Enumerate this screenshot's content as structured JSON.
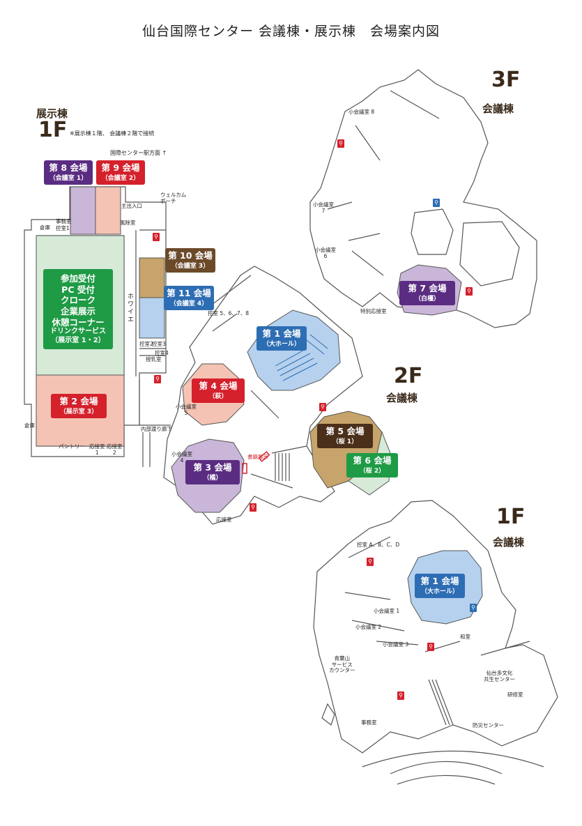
{
  "title": "仙台国際センター 会議棟・展示棟　会場案内図",
  "exhibition": {
    "label": "展示棟",
    "floor": "1F",
    "note": "※展示棟１階、 会議棟２階で接続",
    "station": "国際センター駅方面 ↑",
    "welcome_porch": "ウェルカム\nポーチ",
    "main_entrance": "主出入口",
    "windbreak": "風除室",
    "office": "事務室",
    "storage": "倉庫",
    "control1": "控室1",
    "control2": "控室2",
    "control3": "控室3",
    "control4": "控室4",
    "foyer": "ホワイエ",
    "nursing": "授乳室",
    "pantry": "パントリー",
    "reception1": "応接室\n1",
    "reception2": "応接室\n2",
    "corridor": "内部渡り廊下",
    "small5": "小会議室\n5",
    "small4": "小会議室\n4",
    "reception_block": {
      "lines": [
        "参加受付",
        "PC 受付",
        "クローク",
        "企業展示",
        "休憩コーナー",
        "ドリンクサービス",
        "（展示室 1・2）"
      ]
    }
  },
  "venues": {
    "v8": {
      "name": "第 8 会場",
      "sub": "（会議室 1）"
    },
    "v9": {
      "name": "第 9 会場",
      "sub": "（会議室 2）"
    },
    "v10": {
      "name": "第 10 会場",
      "sub": "（会議室 3）"
    },
    "v11": {
      "name": "第 11 会場",
      "sub": "（会議室 4）"
    },
    "v2": {
      "name": "第 2 会場",
      "sub": "（展示室 3）"
    },
    "v1_2f": {
      "name": "第 1 会場",
      "sub": "（大ホール）"
    },
    "v4": {
      "name": "第 4 会場",
      "sub": "（萩）"
    },
    "v3": {
      "name": "第 3 会場",
      "sub": "（橘）"
    },
    "v5": {
      "name": "第 5 会場",
      "sub": "（桜 1）"
    },
    "v6": {
      "name": "第 6 会場",
      "sub": "（桜 2）"
    },
    "v7": {
      "name": "第 7 会場",
      "sub": "（白橿）"
    },
    "v1_1f": {
      "name": "第 1 会場",
      "sub": "（大ホール）"
    }
  },
  "conference": {
    "label": "会議棟",
    "floor3": "3F",
    "floor2": "2F",
    "floor1": "1F",
    "small8": "小会議室 8",
    "small7": "小会議室\n7",
    "small6": "小会議室\n6",
    "special_reception": "特別応接室",
    "controls_2f": "控室 5、6、7、8",
    "controls_1f": "控室 A、B、C、D",
    "book_display": "書籍展示",
    "reception_room": "応接室",
    "small1": "小会議室 1",
    "small2": "小会議室 2",
    "small3": "小会議室 3",
    "japanese_room": "和室",
    "aobayama": "青葉山\nサービス\nカウンター",
    "multicultural": "仙台多文化\n共生センター",
    "training": "研修室",
    "office1f": "事務室",
    "disaster": "防災センター"
  },
  "wc_symbol": "🚻",
  "colors": {
    "purple": "#5a2d82",
    "red": "#d4212c",
    "brown": "#6b4a2a",
    "blue": "#2d6db3",
    "green": "#1f9a45",
    "light_purple": "#c9b6d8",
    "light_pink": "#f4c3b4",
    "light_tan": "#c7a46b",
    "light_blue": "#b5d1ee",
    "light_green": "#d6ead7"
  }
}
